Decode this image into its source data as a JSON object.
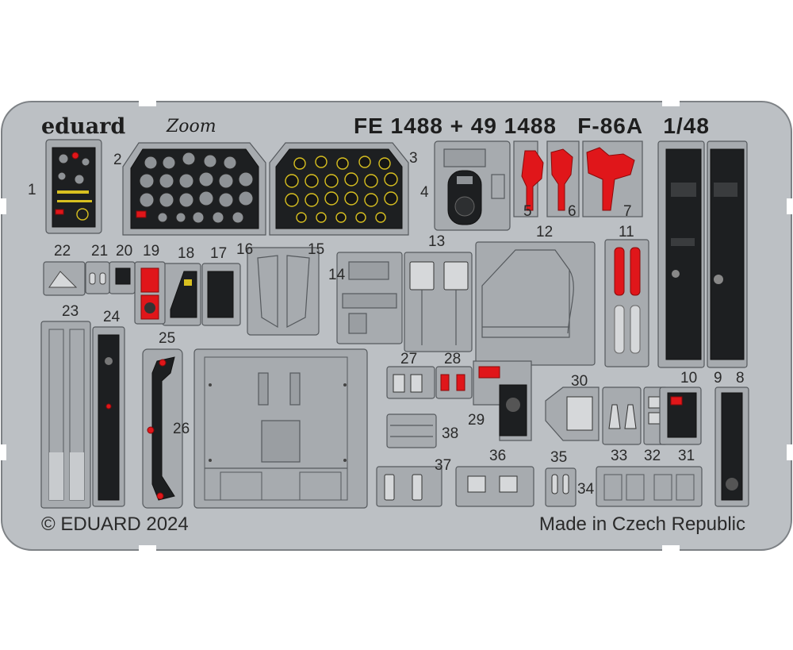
{
  "header": {
    "brand": "eduard",
    "sub_brand": "Zoom",
    "title": "FE 1488 + 49 1488   F-86A   1/48"
  },
  "footer": {
    "copyright": "© EDUARD 2024",
    "origin": "Made in Czech Republic"
  },
  "part_numbers": [
    "1",
    "2",
    "3",
    "4",
    "5",
    "6",
    "7",
    "8",
    "9",
    "10",
    "11",
    "12",
    "13",
    "14",
    "15",
    "16",
    "17",
    "18",
    "19",
    "20",
    "21",
    "22",
    "23",
    "24",
    "25",
    "26",
    "27",
    "28",
    "29",
    "30",
    "31",
    "32",
    "33",
    "34",
    "35",
    "36",
    "37",
    "38"
  ],
  "colors": {
    "fret": "#bcc0c4",
    "part": "#a7abaf",
    "outline": "#55595d",
    "panel_dark": "#1d1f21",
    "red": "#e0161a",
    "yellow_markings": "#d8c020",
    "background": "#ffffff"
  }
}
